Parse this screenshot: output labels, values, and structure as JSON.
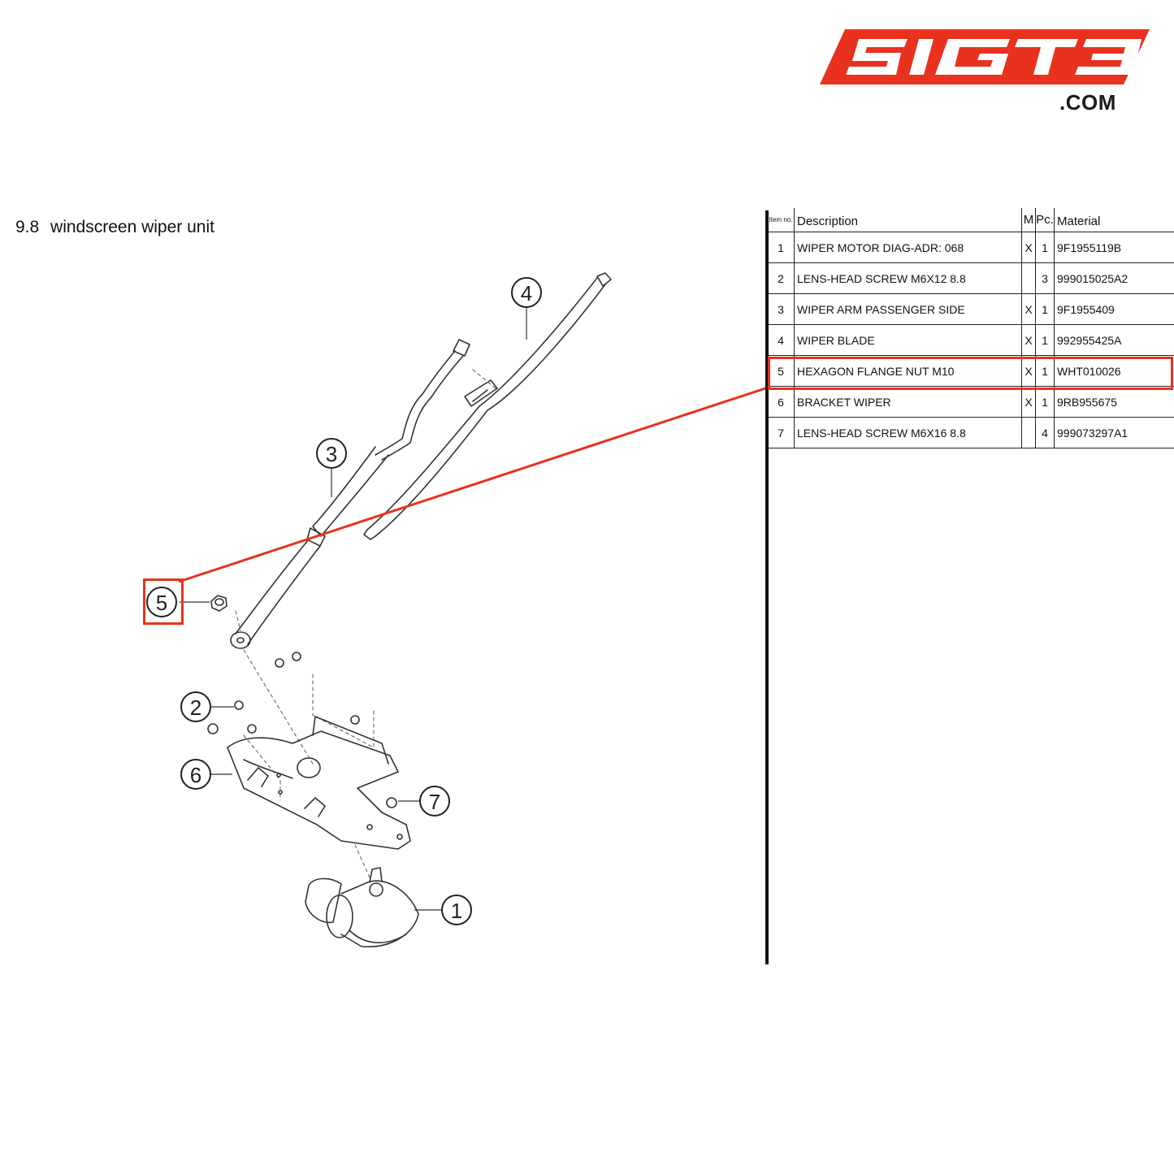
{
  "logo": {
    "wordmark": "SIGT3",
    "domain": ".COM",
    "brand_color": "#e8321e"
  },
  "section": {
    "number": "9.8",
    "title": "windscreen wiper unit"
  },
  "table": {
    "headers": {
      "item": "Item no.",
      "description": "Description",
      "m": "M",
      "pc": "Pc.",
      "material": "Material"
    },
    "rows": [
      {
        "item": "1",
        "description": "WIPER MOTOR DIAG-ADR: 068",
        "m": "X",
        "pc": "1",
        "material": "9F1955119B"
      },
      {
        "item": "2",
        "description": "LENS-HEAD SCREW M6X12 8.8",
        "m": "",
        "pc": "3",
        "material": "999015025A2"
      },
      {
        "item": "3",
        "description": "WIPER ARM PASSENGER SIDE",
        "m": "X",
        "pc": "1",
        "material": "9F1955409"
      },
      {
        "item": "4",
        "description": "WIPER BLADE",
        "m": "X",
        "pc": "1",
        "material": "992955425A"
      },
      {
        "item": "5",
        "description": "HEXAGON FLANGE NUT M10",
        "m": "X",
        "pc": "1",
        "material": "WHT010026"
      },
      {
        "item": "6",
        "description": "BRACKET WIPER",
        "m": "X",
        "pc": "1",
        "material": "9RB955675"
      },
      {
        "item": "7",
        "description": "LENS-HEAD SCREW M6X16 8.8",
        "m": "",
        "pc": "4",
        "material": "999073297A1"
      }
    ],
    "highlighted_item": "5",
    "highlight_color": "#e8321e"
  },
  "diagram": {
    "callouts": [
      "1",
      "2",
      "3",
      "4",
      "5",
      "6",
      "7"
    ]
  }
}
